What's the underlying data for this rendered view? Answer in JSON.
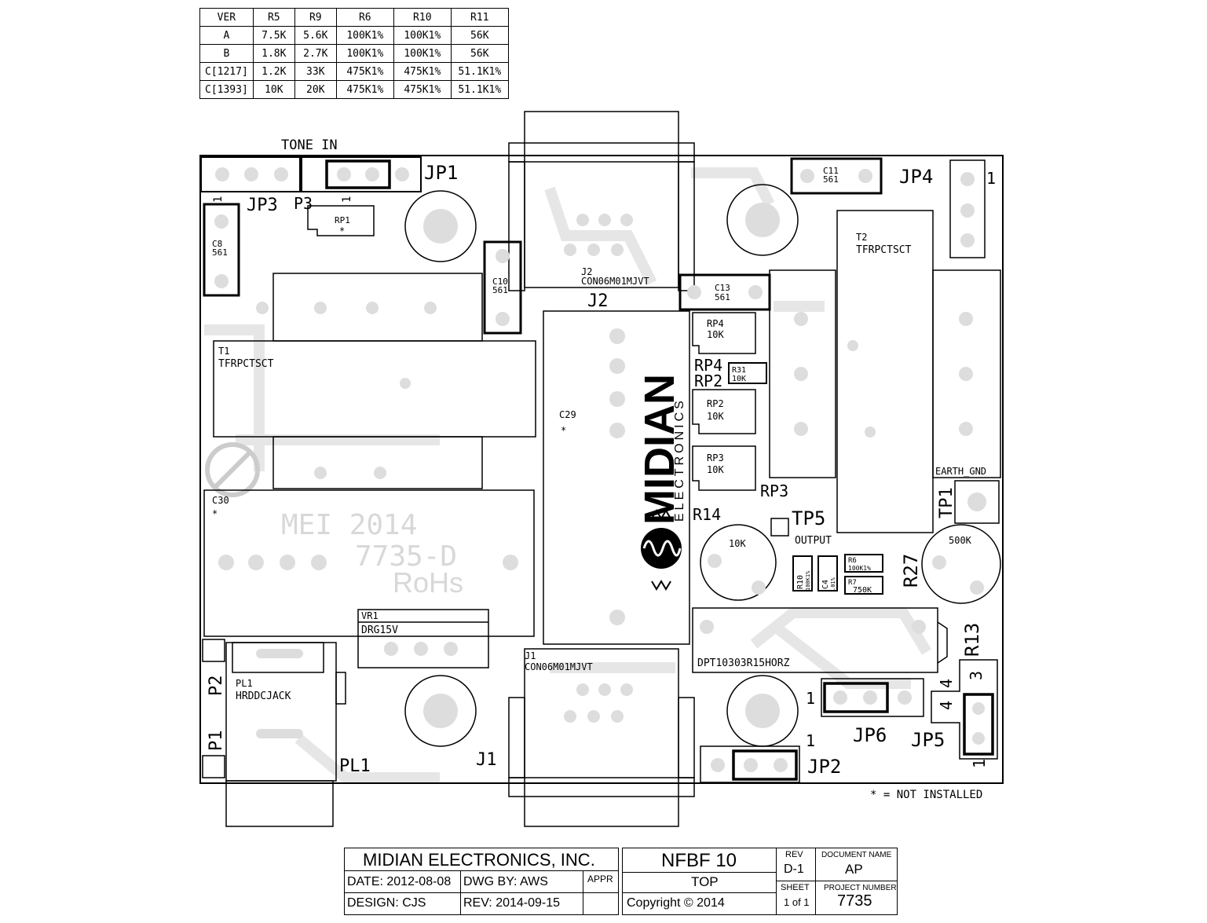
{
  "version_table": {
    "headers": [
      "VER",
      "R5",
      "R9",
      "R6",
      "R10",
      "R11"
    ],
    "rows": [
      [
        "A",
        "7.5K",
        "5.6K",
        "100K1%",
        "100K1%",
        "56K"
      ],
      [
        "B",
        "1.8K",
        "2.7K",
        "100K1%",
        "100K1%",
        "56K"
      ],
      [
        "C[1217]",
        "1.2K",
        "33K",
        "475K1%",
        "475K1%",
        "51.1K1%"
      ],
      [
        "C[1393]",
        "10K",
        "20K",
        "475K1%",
        "475K1%",
        "51.1K1%"
      ]
    ]
  },
  "board_labels": {
    "tone_in": "TONE IN",
    "jp1": "JP1",
    "jp3": "JP3",
    "p3": "P3",
    "jp4": "JP4",
    "jp6": "JP6",
    "jp5": "JP5",
    "jp2": "JP2",
    "pin1": "1",
    "pin3": "3",
    "pin4": "4",
    "rp1": "RP1",
    "c8": "C8",
    "c8_val": "561",
    "c10": "C10",
    "c10_val": "561",
    "c11": "C11",
    "c11_val": "561",
    "c13": "C13",
    "c13_val": "561",
    "j2_ref": "J2",
    "j2_part": "CON06M01MJVT",
    "j2_big": "J2",
    "t1_ref": "T1",
    "t1_part": "TFRPCTSCT",
    "t2_ref": "T2",
    "t2_part": "TFRPCTSCT",
    "rp4": "RP4",
    "rp4_val": "10K",
    "rp4_big": "RP4",
    "r31": "R31",
    "r31_val": "10K",
    "rp2_big": "RP2",
    "rp2": "RP2",
    "rp2_val": "10K",
    "rp3": "RP3",
    "rp3_val": "10K",
    "rp3_big": "RP3",
    "c29": "C29",
    "c30": "C30",
    "star": "*",
    "earth_gnd": "EARTH_GND",
    "tp1": "TP1",
    "tp5": "TP5",
    "output": "OUTPUT",
    "r14": "R14",
    "r14_val": "10K",
    "r27": "R27",
    "r27_val": "500K",
    "r10": "R10",
    "r10_val": "100K1%",
    "c4": "C4",
    "c4_val": ".01%",
    "r6": "R6",
    "r6_val": "100K1%",
    "r7": "R7",
    "r7_val": "750K",
    "vr1": "VR1",
    "vr1_part": "DRG15V",
    "dpt": "DPT10303R15HORZ",
    "r13": "R13",
    "j1_ref": "J1",
    "j1_part": "CON06M01MJVT",
    "j1_big": "J1",
    "pl1_ref": "PL1",
    "pl1_part": "HRDDCJACK",
    "pl1_big": "PL1",
    "p1": "P1",
    "p2": "P2",
    "silk_1": "MEI 2014",
    "silk_2": "7735-D",
    "silk_3": "RoHs",
    "logo_big": "MIDIAN",
    "logo_small": "ELECTRONICS",
    "not_installed": "* = NOT INSTALLED"
  },
  "title_block": {
    "company": "MIDIAN ELECTRONICS, INC.",
    "date": "DATE:  2012-08-08",
    "dwg_by": "DWG BY:  AWS",
    "appr": "APPR",
    "design": "DESIGN: CJS",
    "rev_date": "REV:  2014-09-15",
    "product": "NFBF 10",
    "view": "TOP",
    "copyright": "Copyright © 2014",
    "rev_label": "REV",
    "rev_value": "D-1",
    "sheet_label": "SHEET",
    "sheet_value": "1 of 1",
    "doc_name_label": "DOCUMENT NAME",
    "doc_name_value": "AP",
    "project_label": "PROJECT NUMBER",
    "project_value": "7735"
  }
}
